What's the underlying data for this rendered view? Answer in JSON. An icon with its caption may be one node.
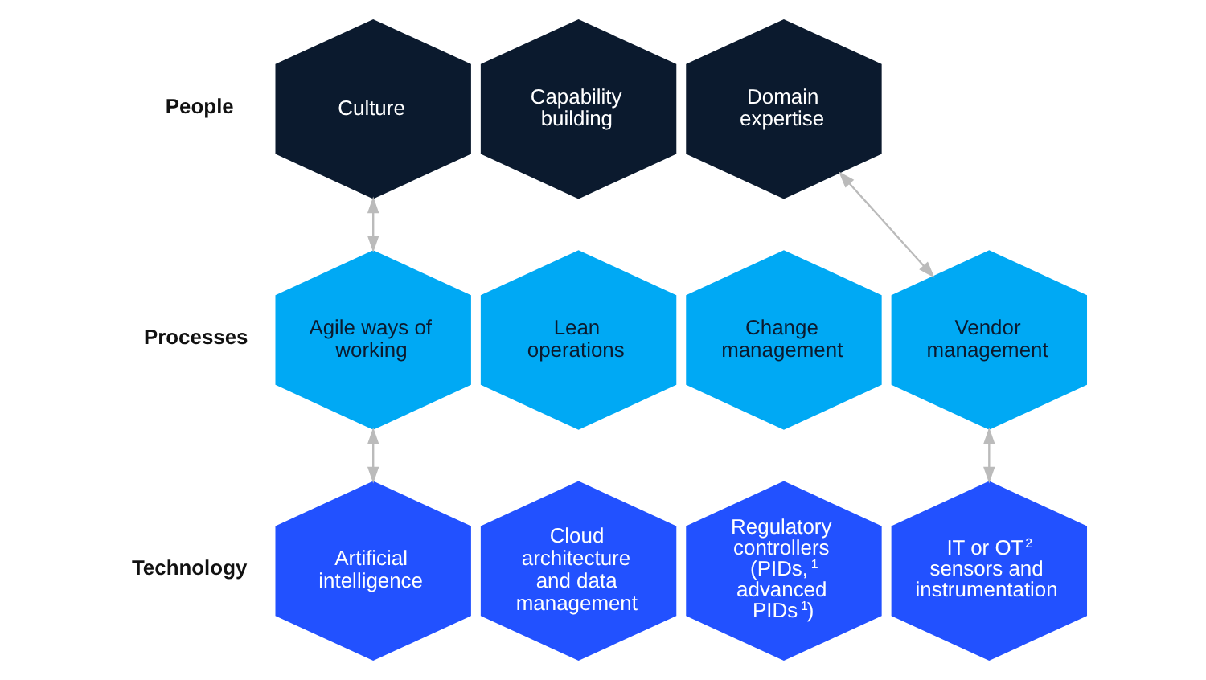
{
  "diagram": {
    "nodes": [
      {
        "text": [
          "Culture"
        ]
      },
      {
        "text": [
          "Capability building"
        ]
      },
      {
        "text": [
          "Domain expertise"
        ]
      },
      {
        "text": [
          "Agile ways of working"
        ]
      },
      {
        "text": [
          "Lean operations"
        ]
      },
      {
        "text": [
          "Change management"
        ]
      },
      {
        "text": [
          "Vendor management"
        ]
      },
      {
        "text": [
          "Artificial intelligence"
        ]
      },
      {
        "text": [
          "Cloud architecture and data management"
        ]
      },
      {
        "text": [
          "Regulatory controllers (PIDs,$^{1}$ advanced PIDs$^{1}$)"
        ]
      },
      {
        "text": [
          "IT or OT$^{2}$ sensors and instrumentation"
        ]
      }
    ],
    "edges": [
      {
        "from": 0,
        "to": 3,
        "arrow": "both",
        "color": "#bbbbbb"
      },
      {
        "from": 3,
        "to": 7,
        "arrow": "both",
        "color": "#bbbbbb"
      },
      {
        "from": 2,
        "to": 6,
        "arrow": "both",
        "color": "#bbbbbb"
      },
      {
        "from": 6,
        "to": 10,
        "arrow": "both",
        "color": "#bbbbbb"
      }
    ],
    "labels": [
      "People",
      "Processes",
      "Technology"
    ]
  }
}
